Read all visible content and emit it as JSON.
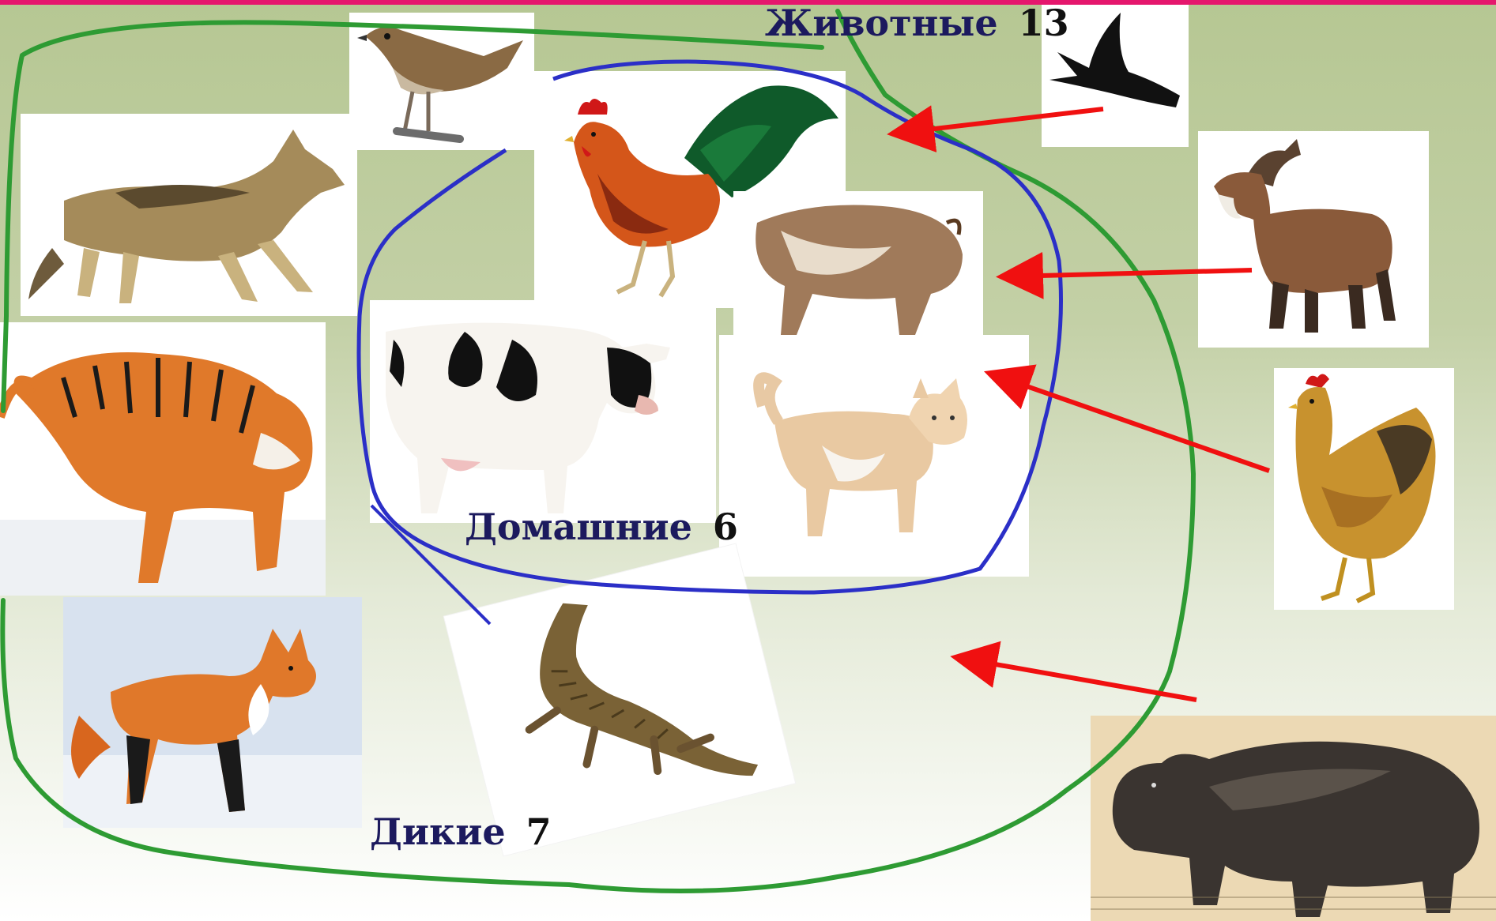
{
  "labels": {
    "all": {
      "text": "Животные",
      "count": "13"
    },
    "domestic": {
      "text": "Домашние",
      "count": "6"
    },
    "wild": {
      "text": "Дикие",
      "count": "7"
    }
  },
  "colors": {
    "label_text": "#1c1a5e",
    "wild_outline": "#2e9b33",
    "domestic_outline": "#2b2fc7",
    "arrow": "#f01010",
    "top_bar": "#e5176d"
  },
  "pictures": [
    "sparrow",
    "swallow",
    "wolf",
    "rooster",
    "goat",
    "pig",
    "tiger",
    "cow",
    "cat",
    "hen",
    "fox",
    "crocodile",
    "hippo"
  ]
}
